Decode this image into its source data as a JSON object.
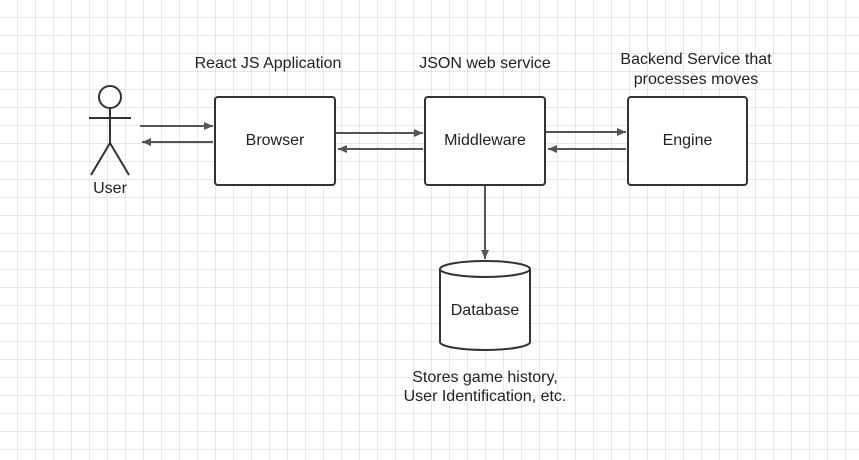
{
  "actor": {
    "label": "User"
  },
  "nodes": {
    "browser": {
      "label": "Browser",
      "caption": "React JS Application"
    },
    "middleware": {
      "label": "Middleware",
      "caption": "JSON web service"
    },
    "engine": {
      "label": "Engine",
      "caption_line1": "Backend Service that",
      "caption_line2": "processes moves"
    },
    "database": {
      "label": "Database",
      "caption_line1": "Stores game history,",
      "caption_line2": "User Identification, etc."
    }
  },
  "colors": {
    "stroke": "#333333",
    "arrow": "#555555",
    "text": "#222222",
    "grid": "#e2e2e2"
  }
}
